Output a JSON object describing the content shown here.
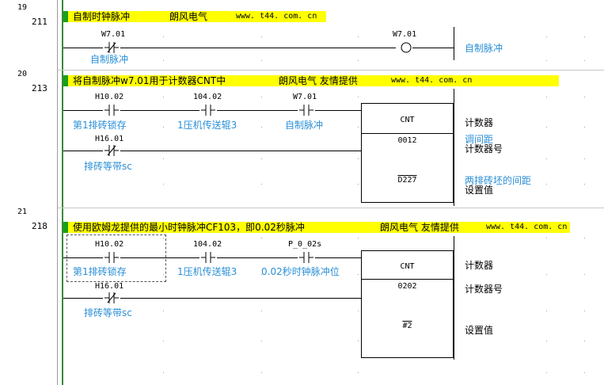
{
  "rungs": [
    {
      "row": "19",
      "step": "211",
      "comment": [
        "自制时钟脉冲",
        "朗风电气",
        "www. t44. com. cn"
      ],
      "contacts": [
        {
          "operand": "W7.01",
          "label": "自制脉冲",
          "type": "NC"
        }
      ],
      "coil": {
        "operand": "W7.01",
        "type": "NOT"
      },
      "coil_label": "自制脉冲"
    },
    {
      "row": "20",
      "step": "213",
      "comment": [
        "将自制脉冲w7.01用于计数器CNT中",
        "朗风电气 友情提供",
        "www. t44. com. cn"
      ],
      "contacts": [
        {
          "operand": "H10.02",
          "label": "第1排砖锁存",
          "type": "NO"
        },
        {
          "operand": "104.02",
          "label": "1压机传送辊3",
          "type": "NO"
        },
        {
          "operand": "W7.01",
          "label": "自制脉冲",
          "type": "NO"
        },
        {
          "operand": "H16.01",
          "label": "排砖等带sc",
          "type": "NC"
        }
      ],
      "block": {
        "name": "CNT",
        "number": "0012",
        "setting": "D227"
      },
      "right_labels": {
        "r1": "计数器",
        "r2a": "调间距",
        "r2b": "计数器号",
        "r3a": "两排砖坯的间距",
        "r3b": "设置值"
      }
    },
    {
      "row": "21",
      "step": "218",
      "comment": [
        "使用欧姆龙提供的最小时钟脉冲CF103，即0.02秒脉冲",
        "朗风电气 友情提供",
        "www. t44. com. cn"
      ],
      "contacts": [
        {
          "operand": "H10.02",
          "label": "第1排砖锁存",
          "type": "NO"
        },
        {
          "operand": "104.02",
          "label": "1压机传送辊3",
          "type": "NO"
        },
        {
          "operand": "P_0_02s",
          "label": "0.02秒时钟脉冲位",
          "type": "NO"
        },
        {
          "operand": "H16.01",
          "label": "排砖等带sc",
          "type": "NC"
        }
      ],
      "block": {
        "name": "CNT",
        "number": "0202",
        "setting": "#2"
      },
      "right_labels": {
        "r1": "计数器",
        "r2": "计数器号",
        "r3": "设置值"
      }
    }
  ],
  "colors": {
    "comment_bg": "#ffff00",
    "comment_mark": "#18a018",
    "label_text": "#2a8fd6",
    "rail": "#3a8a3a"
  }
}
